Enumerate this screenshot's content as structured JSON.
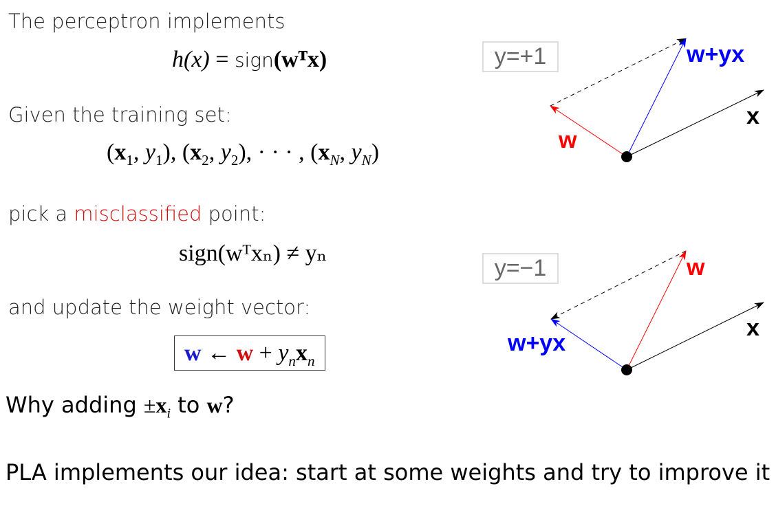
{
  "left": {
    "line1": "The perceptron implements",
    "formula1": {
      "lhs": "h(x)",
      "eq": "=",
      "sign": "sign",
      "arg": "(wᵀx)"
    },
    "line2": "Given the training set:",
    "training_set": "(x₁, y₁), (x₂, y₂), ··· , (x_N, y_N)",
    "line3_prefix": "pick a",
    "line3_highlight": "misclassified",
    "line3_suffix": "point:",
    "formula2": "sign(wᵀxₙ) ≠ yₙ",
    "line4": "and update the weight vector:",
    "update_rule": {
      "w_new": "w",
      "arrow": "←",
      "w_old": "w",
      "rest": "+ yₙxₙ"
    },
    "question": "Why adding ±xᵢ to w?",
    "conclusion": "PLA implements our idea: start at some weights and try to improve it"
  },
  "diagrams": [
    {
      "case": "y=+1",
      "labels": {
        "w": "w",
        "x": "x",
        "sum": "w+yx"
      }
    },
    {
      "case": "y=−1",
      "labels": {
        "w": "w",
        "x": "x",
        "sum": "w+yx"
      }
    }
  ],
  "colors": {
    "red": "#ff0000",
    "blue": "#0000ff",
    "misclassified": "#d01010"
  }
}
